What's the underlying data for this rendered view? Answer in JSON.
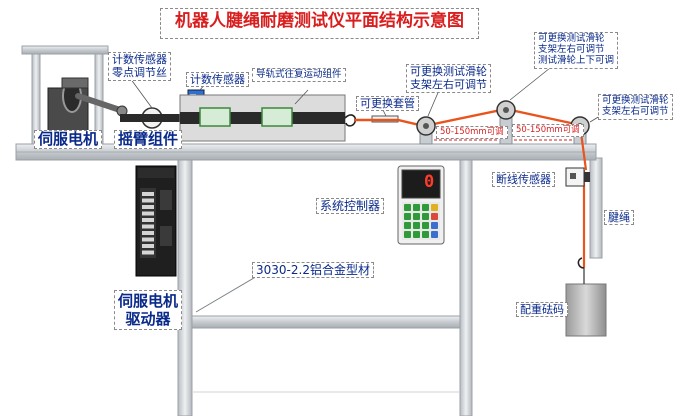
{
  "title": "机器人腱绳耐磨测试仪平面结构示意图",
  "labels": {
    "servo_motor": "伺服电机",
    "rocker_arm": "摇臂组件",
    "count_sensor_zero": [
      "计数传感器",
      "零点调节丝"
    ],
    "count_sensor": "计数传感器",
    "guide_assembly": "导轨式往复运动组件",
    "replaceable_sleeve": "可更换套管",
    "pulley_left_adj": [
      "可更换测试滑轮",
      "支架左右可调节"
    ],
    "pulley_updown_adj": [
      "可更换测试滑轮",
      "支架左右可调节",
      "测试滑轮上下可调"
    ],
    "pulley_right_adj": [
      "可更换测试滑轮",
      "支架左右可调节"
    ],
    "range_1": "50-150mm可调",
    "range_2": "50-150mm可调",
    "break_sensor": "断线传感器",
    "tendon_rope": "腱绳",
    "weight": "配重砝码",
    "system_controller": "系统控制器",
    "aluminum_profile": "3030-2.2铝合金型材",
    "servo_driver": [
      "伺服电机",
      "驱动器"
    ]
  },
  "controller_display": "0",
  "colors": {
    "title_red": "#d81e1e",
    "label_blue": "#0a2a8a",
    "rope": "#e8541c",
    "frame": "#c9ced3"
  }
}
